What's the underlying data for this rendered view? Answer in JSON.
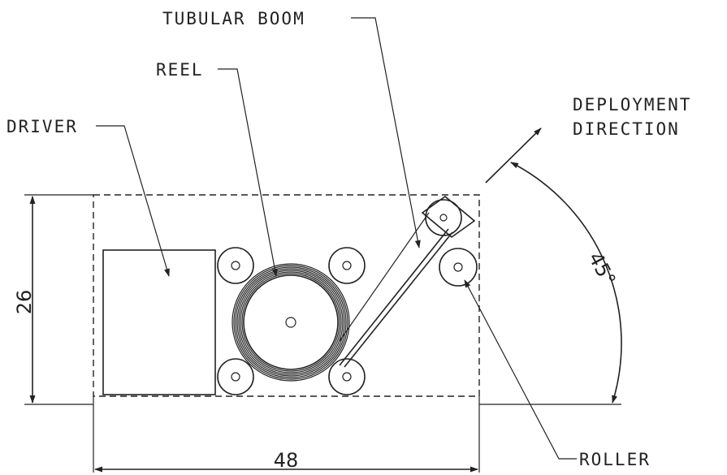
{
  "labels": {
    "tubular_boom": "TUBULAR BOOM",
    "reel": "REEL",
    "driver": "DRIVER",
    "deployment": "DEPLOYMENT",
    "direction": "DIRECTION",
    "roller": "ROLLER"
  },
  "dimensions": {
    "height": "26",
    "width": "48",
    "angle": "45°"
  }
}
